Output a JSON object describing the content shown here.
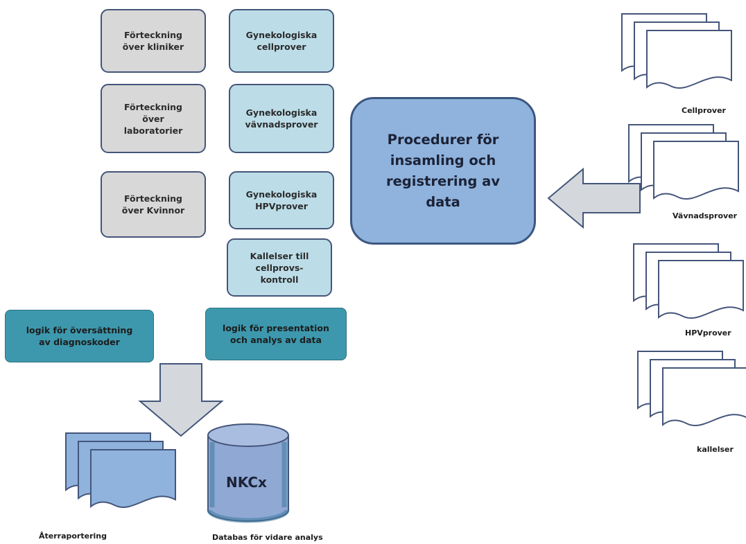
{
  "registers": [
    {
      "text": "Förteckning\növer kliniker"
    },
    {
      "text": "Förteckning\növer\nlaboratorier"
    },
    {
      "text": "Förteckning\növer  Kvinnor"
    }
  ],
  "sample_types": [
    {
      "text": "Gynekologiska\ncellprover"
    },
    {
      "text": "Gynekologiska\nvävnadsprover"
    },
    {
      "text": "Gynekologiska\nHPVprover"
    },
    {
      "text": "Kallelser till\ncellprovs-\nkontroll"
    }
  ],
  "logic": [
    {
      "text": "logik för översättning\nav diagnoskoder"
    },
    {
      "text": "logik för presentation\noch analys av data"
    }
  ],
  "procedure": {
    "text": "Procedurer för\ninsamling och\nregistrering av\ndata"
  },
  "inputs": [
    {
      "label": "Cellprover"
    },
    {
      "label": "Vävnadsprover"
    },
    {
      "label": "HPVprover"
    },
    {
      "label": "kallelser"
    }
  ],
  "outputs": {
    "report_label": "Återraportering",
    "database_name": "NKCx",
    "database_label": "Databas för vidare analys"
  },
  "colors": {
    "gray_box": "#d8d8d8",
    "light_box": "#bcdde8",
    "teal_box": "#3d98ad",
    "center_box": "#8fb3dd",
    "document_fill": "#ffffff",
    "report_fill": "#8fb3dd",
    "database_fill": "#8fa8d4",
    "arrow_fill": "#d4d8dd",
    "outline": "#44557a"
  }
}
